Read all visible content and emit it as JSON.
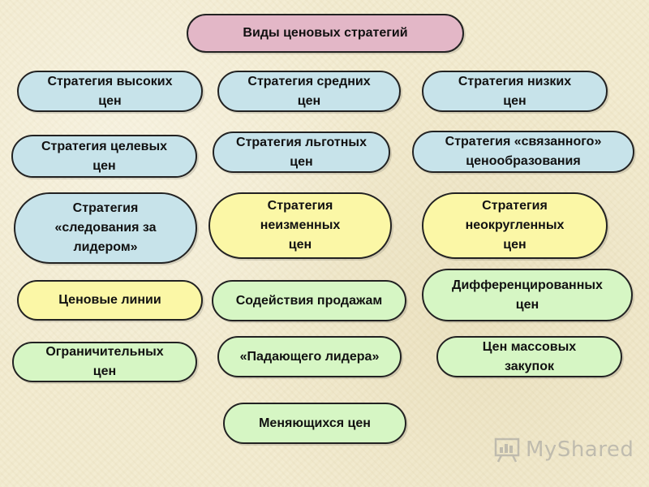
{
  "title": "Виды ценовых стратегий",
  "boxes": [
    {
      "id": "b1",
      "color": "blue",
      "lines": [
        "Стратегия высоких",
        "цен"
      ]
    },
    {
      "id": "b2",
      "color": "blue",
      "lines": [
        "Стратегия средних",
        "цен"
      ]
    },
    {
      "id": "b3",
      "color": "blue",
      "lines": [
        "Стратегия  низких",
        "цен"
      ]
    },
    {
      "id": "b4",
      "color": "blue",
      "lines": [
        "Стратегия целевых",
        "цен"
      ]
    },
    {
      "id": "b5",
      "color": "blue",
      "lines": [
        "Стратегия льготных",
        "цен"
      ]
    },
    {
      "id": "b6",
      "color": "blue",
      "lines": [
        "Стратегия «связанного»",
        "ценообразования"
      ]
    },
    {
      "id": "b7",
      "color": "blue",
      "lines": [
        "Стратегия",
        "«следования за",
        "лидером»"
      ]
    },
    {
      "id": "b8",
      "color": "yellow",
      "lines": [
        "Стратегия",
        "неизменных",
        "цен"
      ]
    },
    {
      "id": "b9",
      "color": "yellow",
      "lines": [
        "Стратегия",
        "неокругленных",
        "цен"
      ]
    },
    {
      "id": "b10",
      "color": "yellow",
      "lines": [
        "Ценовые линии"
      ]
    },
    {
      "id": "b11",
      "color": "green",
      "lines": [
        "Содействия продажам"
      ]
    },
    {
      "id": "b12",
      "color": "green",
      "lines": [
        "Дифференцированных",
        "цен"
      ]
    },
    {
      "id": "b13",
      "color": "green",
      "lines": [
        "Ограничительных",
        "цен"
      ]
    },
    {
      "id": "b14",
      "color": "green",
      "lines": [
        "«Падающего лидера»"
      ]
    },
    {
      "id": "b15",
      "color": "green",
      "lines": [
        "Цен массовых",
        "закупок"
      ]
    },
    {
      "id": "b16",
      "color": "green",
      "lines": [
        "Меняющихся цен"
      ]
    }
  ],
  "colors": {
    "title_fill": "#e3b7c7",
    "blue": "#c7e3ea",
    "yellow": "#fbf7a6",
    "green": "#d6f6c4",
    "border": "#222222",
    "background": "#f3ecd2"
  },
  "watermark": {
    "text": "MyShared",
    "icon": "presentation-board-icon"
  }
}
